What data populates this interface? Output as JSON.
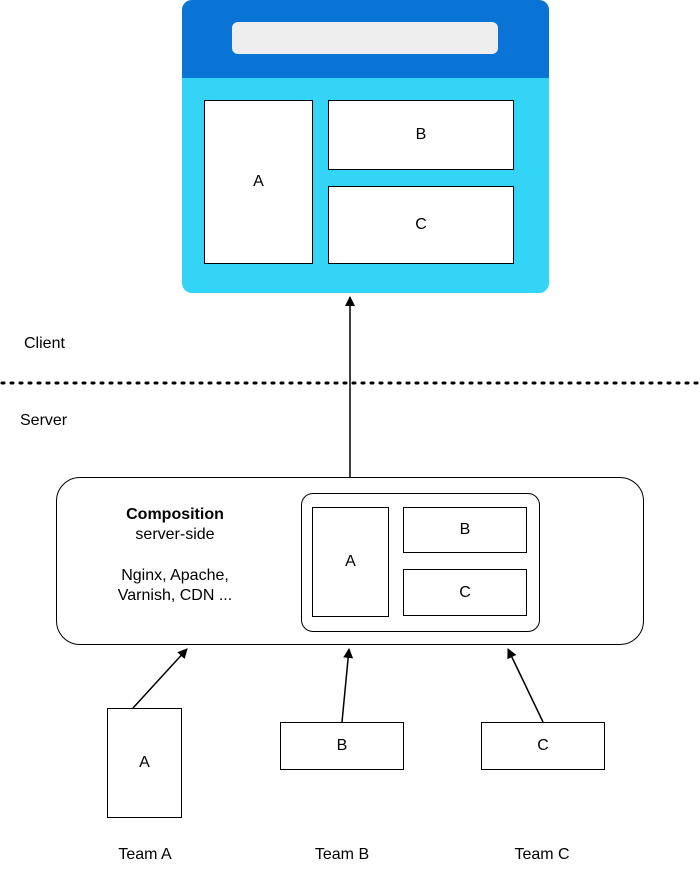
{
  "browser": {
    "panels": {
      "a": "A",
      "b": "B",
      "c": "C"
    },
    "colors": {
      "header": "#0a74d6",
      "body": "#33d4f5",
      "address_bar": "#eeeeee"
    }
  },
  "zones": {
    "client_label": "Client",
    "server_label": "Server"
  },
  "composition": {
    "title": "Composition",
    "subtitle": "server-side",
    "tools_line1": "Nginx, Apache,",
    "tools_line2": "Varnish, CDN ...",
    "panels": {
      "a": "A",
      "b": "B",
      "c": "C"
    }
  },
  "teams": [
    {
      "fragment": "A",
      "name": "Team A"
    },
    {
      "fragment": "B",
      "name": "Team B"
    },
    {
      "fragment": "C",
      "name": "Team C"
    }
  ]
}
